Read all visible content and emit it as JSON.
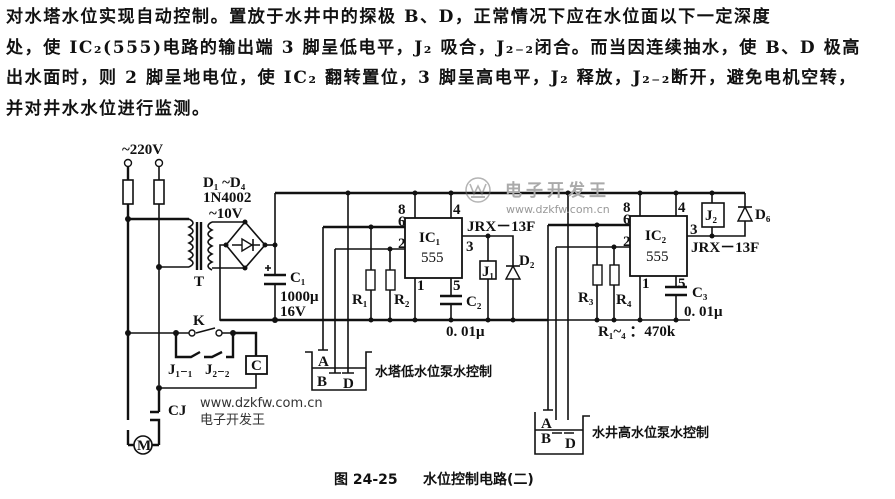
{
  "paragraph": {
    "lines": [
      "对水塔水位实现自动控制。置放于水井中的探极 B、D，正常情况下应在水位面以下一定深度",
      "处，使 IC₂(555)电路的输出端 3 脚呈低电平，J₂ 吸合，J₂₋₂闭合。而当因连续抽水，使 B、D 极高",
      "出水面时，则 2 脚呈地电位，使 IC₂ 翻转置位，3 脚呈高电平，J₂ 释放，J₂₋₂断开，避免电机空转，",
      "并对井水水位进行监测。"
    ]
  },
  "circuit": {
    "supply": "~220V",
    "diodes_bridge": "D₁ ~D₄",
    "diode_model": "1N4002",
    "secondary_voltage": "~10V",
    "transformer": "T",
    "c1": {
      "name": "C₁",
      "value1": "1000μ",
      "value2": "16V"
    },
    "r1": "R₁",
    "r2": "R₂",
    "r3": "R₃",
    "r4": "R₄",
    "ic1": {
      "name": "IC₁",
      "type": "555"
    },
    "ic2": {
      "name": "IC₂",
      "type": "555"
    },
    "pins": {
      "p8": "8",
      "p4": "4",
      "p6": "6",
      "p2": "2",
      "p3": "3",
      "p1": "1",
      "p5": "5"
    },
    "relay_model": "JRX－13F",
    "j1": "J₁",
    "j2": "J₂",
    "d2": "D₂",
    "d6": "D₆",
    "c2": {
      "name": "C₂",
      "value": "0. 01μ"
    },
    "c3": {
      "name": "C₃",
      "value": "0. 01μ"
    },
    "resistor_note": "R₁~₄ ：470k",
    "switch_k": "K",
    "contact_j11": "J₁₋₁",
    "contact_j22": "J₂₋₂",
    "contactor_coil": "C",
    "contactor_switch": "CJ",
    "motor": "M",
    "probes": {
      "a": "A",
      "b": "B",
      "d": "D"
    },
    "tank_low_label": "水塔低水位泵水控制",
    "well_high_label": "水井高水位泵水控制"
  },
  "watermark": {
    "site": "www.dzkfw.com.cn",
    "name": "电子开发王",
    "logo_name": "电子开发王",
    "logo_site": "www.dzkfw.com.cn"
  },
  "caption": {
    "figure": "图 24-25",
    "title": "水位控制电路(二)"
  }
}
